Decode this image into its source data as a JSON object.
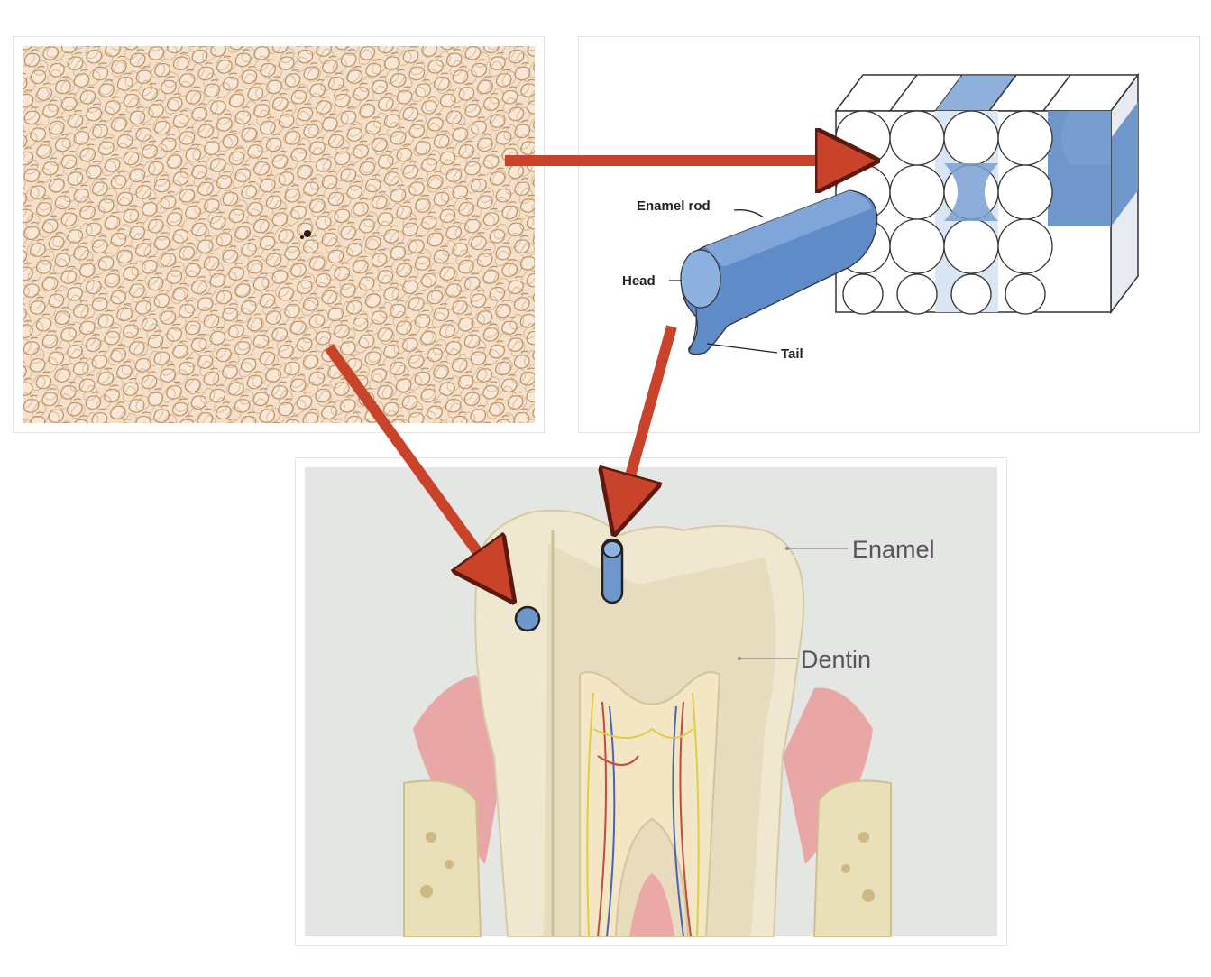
{
  "rod_diagram": {
    "label_enamel_rod": "Enamel rod",
    "label_head": "Head",
    "label_tail": "Tail"
  },
  "tooth_diagram": {
    "label_enamel": "Enamel",
    "label_dentin": "Dentin"
  },
  "colors": {
    "arrow": "#c8432a",
    "rod_blue": "#6f97cc",
    "micrograph_bg": "#f3dcc6",
    "tooth_bg": "#e4e6e3"
  }
}
